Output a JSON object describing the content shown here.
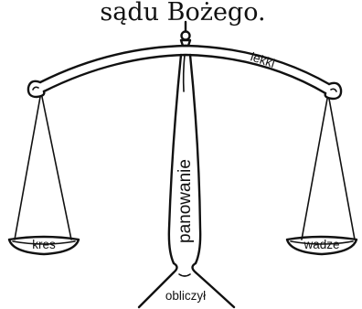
{
  "title": "sądu Bożego.",
  "labels": {
    "beam_right": "lekki",
    "pan_left": "kres",
    "pan_right": "wadze",
    "column": "panowanie",
    "base": "obliczył"
  }
}
